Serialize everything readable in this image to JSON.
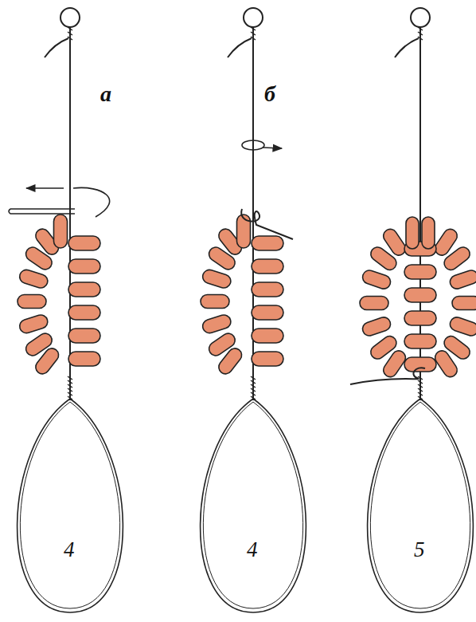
{
  "diagram": {
    "labels": [
      "а",
      "б",
      "4",
      "4",
      "5"
    ]
  }
}
